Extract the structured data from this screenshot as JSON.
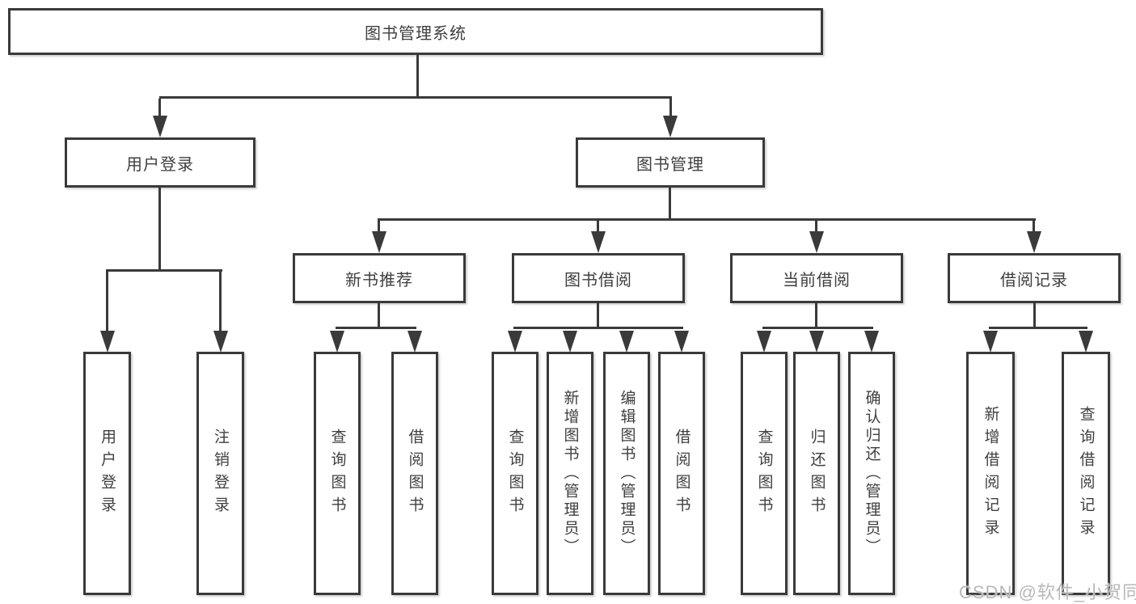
{
  "diagram": {
    "colors": {
      "line": "#3a3a3a",
      "text": "#3f3f3f",
      "box_bg": "#ffffff",
      "background": "#ffffff",
      "watermark": "#b8b8b8"
    },
    "watermark": {
      "text": "CSDN @软件_小贺同学"
    },
    "tree": {
      "label": "图书管理系统",
      "children": [
        {
          "label": "用户登录",
          "children": [
            {
              "label": "用户登录"
            },
            {
              "label": "注销登录"
            }
          ]
        },
        {
          "label": "图书管理",
          "children": [
            {
              "label": "新书推荐",
              "children": [
                {
                  "label": "查询图书"
                },
                {
                  "label": "借阅图书"
                }
              ]
            },
            {
              "label": "图书借阅",
              "children": [
                {
                  "label": "查询图书"
                },
                {
                  "label": "新增图书（管理员）"
                },
                {
                  "label": "编辑图书（管理员）"
                },
                {
                  "label": "借阅图书"
                }
              ]
            },
            {
              "label": "当前借阅",
              "children": [
                {
                  "label": "查询图书"
                },
                {
                  "label": "归还图书"
                },
                {
                  "label": "确认归还（管理员）"
                }
              ]
            },
            {
              "label": "借阅记录",
              "children": [
                {
                  "label": "新增借阅记录"
                },
                {
                  "label": "查询借阅记录"
                }
              ]
            }
          ]
        }
      ]
    }
  }
}
